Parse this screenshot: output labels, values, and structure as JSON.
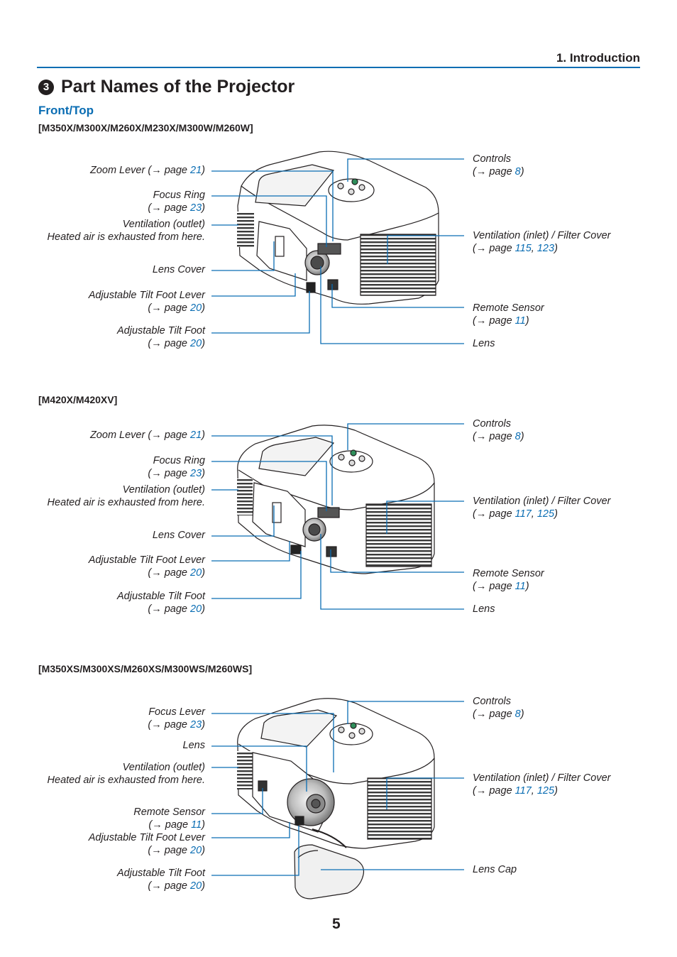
{
  "header": {
    "section": "1. Introduction"
  },
  "title": {
    "number": "3",
    "text": "Part Names of the Projector"
  },
  "subheading": "Front/Top",
  "page_number": "5",
  "arrow": "→",
  "groups": [
    {
      "model": "[M350X/M300X/M260X/M230X/M300W/M260W]",
      "left": [
        {
          "name": "Zoom Lever",
          "line1": "Zoom Lever (",
          "page": "21",
          "post": ")"
        },
        {
          "name": "Focus Ring",
          "line1": "Focus Ring",
          "page": "23"
        },
        {
          "name": "Ventilation (outlet)",
          "line1": "Ventilation (outlet)",
          "line2": "Heated air is exhausted from here."
        },
        {
          "name": "Lens Cover",
          "line1": "Lens Cover"
        },
        {
          "name": "Adjustable Tilt Foot Lever",
          "line1": "Adjustable Tilt Foot Lever",
          "page": "20"
        },
        {
          "name": "Adjustable Tilt Foot",
          "line1": "Adjustable Tilt Foot",
          "page": "20"
        }
      ],
      "right": [
        {
          "name": "Controls",
          "line1": "Controls",
          "page": "8"
        },
        {
          "name": "Ventilation (inlet) / Filter Cover",
          "line1": "Ventilation (inlet) / Filter Cover",
          "page": "115",
          "page2": "123"
        },
        {
          "name": "Remote Sensor",
          "line1": "Remote Sensor",
          "page": "11"
        },
        {
          "name": "Lens",
          "line1": "Lens"
        }
      ]
    },
    {
      "model": "[M420X/M420XV]",
      "left": [
        {
          "name": "Zoom Lever",
          "line1": "Zoom Lever (",
          "page": "21",
          "post": ")"
        },
        {
          "name": "Focus Ring",
          "line1": "Focus Ring",
          "page": "23"
        },
        {
          "name": "Ventilation (outlet)",
          "line1": "Ventilation (outlet)",
          "line2": "Heated air is exhausted from here."
        },
        {
          "name": "Lens Cover",
          "line1": "Lens Cover"
        },
        {
          "name": "Adjustable Tilt Foot Lever",
          "line1": "Adjustable Tilt Foot Lever",
          "page": "20"
        },
        {
          "name": "Adjustable Tilt Foot",
          "line1": "Adjustable Tilt Foot",
          "page": "20"
        }
      ],
      "right": [
        {
          "name": "Controls",
          "line1": "Controls",
          "page": "8"
        },
        {
          "name": "Ventilation (inlet) / Filter Cover",
          "line1": "Ventilation (inlet) / Filter Cover",
          "page": "117",
          "page2": "125"
        },
        {
          "name": "Remote Sensor",
          "line1": "Remote Sensor",
          "page": "11"
        },
        {
          "name": "Lens",
          "line1": "Lens"
        }
      ]
    },
    {
      "model": "[M350XS/M300XS/M260XS/M300WS/M260WS]",
      "left": [
        {
          "name": "Focus Lever",
          "line1": "Focus Lever",
          "page": "23"
        },
        {
          "name": "Lens",
          "line1": "Lens"
        },
        {
          "name": "Ventilation (outlet)",
          "line1": "Ventilation (outlet)",
          "line2": "Heated air is exhausted from here."
        },
        {
          "name": "Remote Sensor",
          "line1": "Remote Sensor",
          "page": "11"
        },
        {
          "name": "Adjustable Tilt Foot Lever",
          "line1": "Adjustable Tilt Foot Lever",
          "page": "20"
        },
        {
          "name": "Adjustable Tilt Foot",
          "line1": "Adjustable Tilt Foot",
          "page": "20"
        }
      ],
      "right": [
        {
          "name": "Controls",
          "line1": "Controls",
          "page": "8"
        },
        {
          "name": "Ventilation (inlet) / Filter Cover",
          "line1": "Ventilation (inlet) / Filter Cover",
          "page": "117",
          "page2": "125"
        },
        {
          "name": "Lens Cap",
          "line1": "Lens Cap"
        }
      ]
    }
  ]
}
